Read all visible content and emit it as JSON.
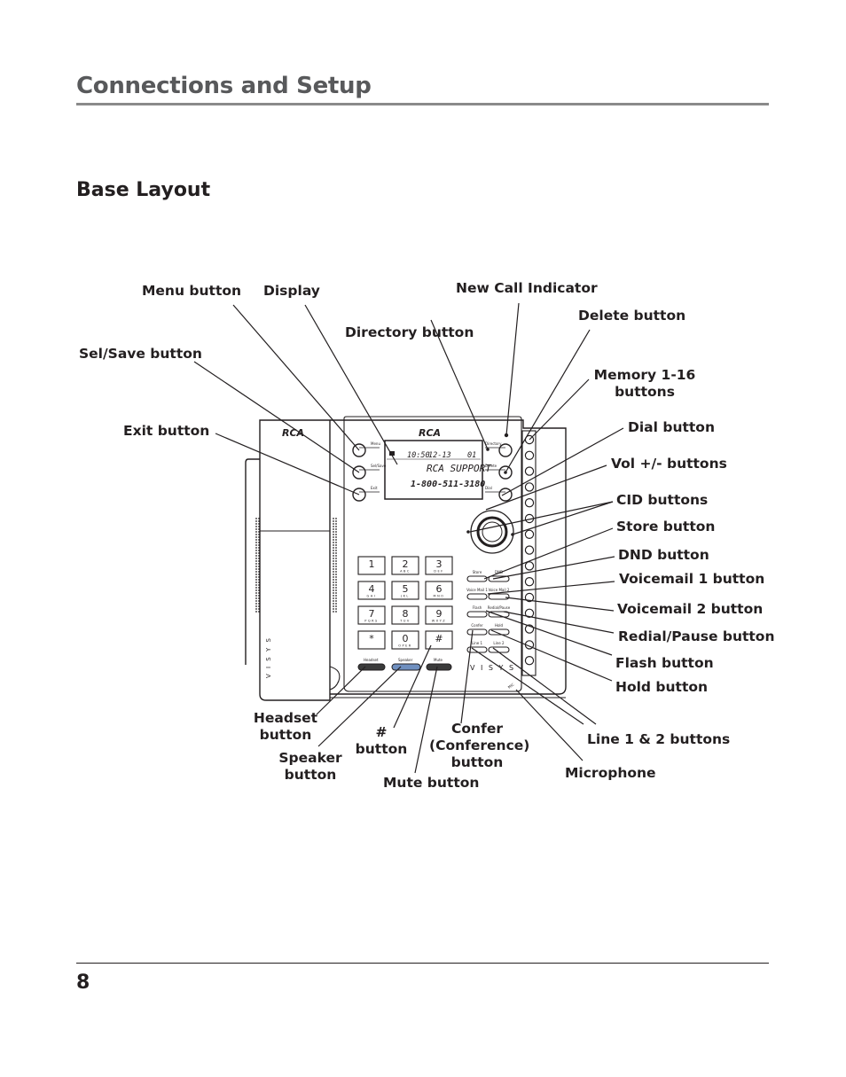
{
  "header": {
    "section_title": "Connections and Setup"
  },
  "subtitle": "Base Layout",
  "footer": {
    "page_number": "8"
  },
  "callouts": {
    "menu": "Menu button",
    "display": "Display",
    "new_call": "New Call Indicator",
    "delete": "Delete button",
    "directory": "Directory button",
    "sel_save": "Sel/Save button",
    "memory_1": "Memory 1-16",
    "memory_2": "buttons",
    "exit": "Exit button",
    "dial": "Dial button",
    "vol": "Vol +/- buttons",
    "cid": "CID buttons",
    "store": "Store button",
    "dnd": "DND button",
    "voicemail1": "Voicemail 1 button",
    "voicemail2": "Voicemail 2 button",
    "redial": "Redial/Pause button",
    "flash": "Flash button",
    "hold": "Hold button",
    "headset_1": "Headset",
    "headset_2": "button",
    "confer_1": "Confer",
    "confer_2": "(Conference)",
    "confer_3": "button",
    "line12": "Line 1 & 2 buttons",
    "hash_1": "#",
    "hash_2": "button",
    "speaker_1": "Speaker",
    "speaker_2": "button",
    "microphone": "Microphone",
    "mute": "Mute button"
  },
  "phone": {
    "brand": "RCA",
    "side_brand": "V I S Y S",
    "display": {
      "time": "10:50",
      "date": "12-13",
      "count": "01",
      "line1": "RCA SUPPORT",
      "line2": "1-800-511-3180"
    },
    "left_buttons": [
      "Menu",
      "Sel/Save",
      "Exit"
    ],
    "right_buttons": [
      "Directory",
      "Delete",
      "Dial"
    ],
    "func_buttons": [
      "Store",
      "DND",
      "Voice Mail 1",
      "Voice Mail 2",
      "Flash",
      "Redial/Pause",
      "Confer",
      "Hold",
      "Line 1",
      "Line 2"
    ],
    "bottom_buttons": [
      "Headset",
      "Speaker",
      "Mute"
    ],
    "mic_label": "MIC",
    "keypad": [
      {
        "digit": "1",
        "letters": ""
      },
      {
        "digit": "2",
        "letters": "ABC"
      },
      {
        "digit": "3",
        "letters": "DEF"
      },
      {
        "digit": "4",
        "letters": "GHI"
      },
      {
        "digit": "5",
        "letters": "JKL"
      },
      {
        "digit": "6",
        "letters": "MNO"
      },
      {
        "digit": "7",
        "letters": "PQRS"
      },
      {
        "digit": "8",
        "letters": "TUV"
      },
      {
        "digit": "9",
        "letters": "WXYZ"
      },
      {
        "digit": "*",
        "letters": ""
      },
      {
        "digit": "0",
        "letters": "OPER"
      },
      {
        "digit": "#",
        "letters": ""
      }
    ]
  }
}
